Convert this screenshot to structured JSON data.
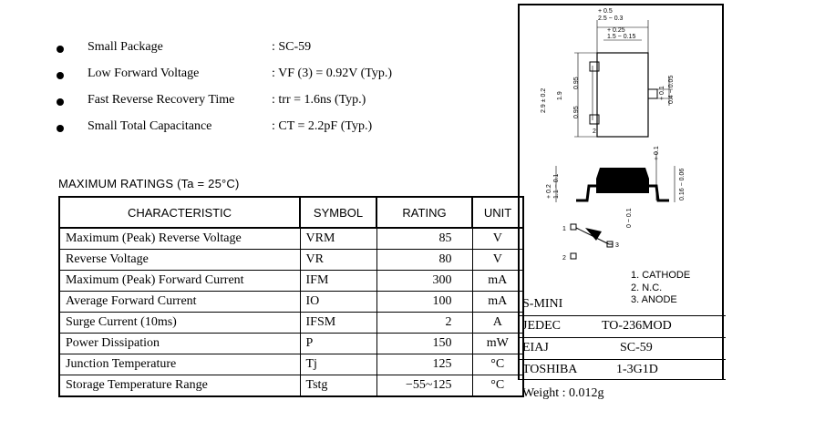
{
  "features": [
    {
      "name": "Small Package",
      "value": ":  SC-59"
    },
    {
      "name": "Low Forward Voltage",
      "value": ":  VF (3) = 0.92V (Typ.)"
    },
    {
      "name": "Fast Reverse Recovery Time",
      "value": ":  trr = 1.6ns (Typ.)"
    },
    {
      "name": "Small Total Capacitance",
      "value": ":  CT = 2.2pF (Typ.)"
    }
  ],
  "ratings_title": "MAXIMUM RATINGS (Ta = 25°C)",
  "table": {
    "headers": [
      "CHARACTERISTIC",
      "SYMBOL",
      "RATING",
      "UNIT"
    ],
    "rows": [
      [
        "Maximum (Peak) Reverse Voltage",
        "VRM",
        "85",
        "V"
      ],
      [
        "Reverse Voltage",
        "VR",
        "80",
        "V"
      ],
      [
        "Maximum (Peak) Forward Current",
        "IFM",
        "300",
        "mA"
      ],
      [
        "Average Forward Current",
        "IO",
        "100",
        "mA"
      ],
      [
        "Surge Current (10ms)",
        "IFSM",
        "2",
        "A"
      ],
      [
        "Power Dissipation",
        "P",
        "150",
        "mW"
      ],
      [
        "Junction Temperature",
        "Tj",
        "125",
        "°C"
      ],
      [
        "Storage Temperature Range",
        "Tstg",
        "−55~125",
        "°C"
      ]
    ]
  },
  "package": {
    "dims": {
      "d1": "+ 0.5",
      "d2": "2.5 − 0.3",
      "d3": "+ 0.25",
      "d4": "1.5 − 0.15",
      "d5": "+ 0.1",
      "d6": "0.4 − 0.05",
      "d7": "2.9 ± 0.2",
      "d8": "1.9",
      "d9": "0.95",
      "d10": "0.95",
      "d11": "+ 0.1",
      "d12": "0.16 − 0.06",
      "d13": "+ 0.2",
      "d14": "1.1 − 0.1",
      "d15": "0 ~ 0.1"
    },
    "pin_labels": [
      "1",
      "2",
      "3"
    ],
    "pin_list": [
      "1.   CATHODE",
      "2.   N.C.",
      "3.   ANODE"
    ],
    "name": "S-MINI",
    "jedec_label": "JEDEC",
    "jedec_value": "TO-236MOD",
    "eiaj_label": "EIAJ",
    "eiaj_value": "SC-59",
    "toshiba_label": "TOSHIBA",
    "toshiba_value": "1-3G1D"
  },
  "weight": "Weight : 0.012g"
}
